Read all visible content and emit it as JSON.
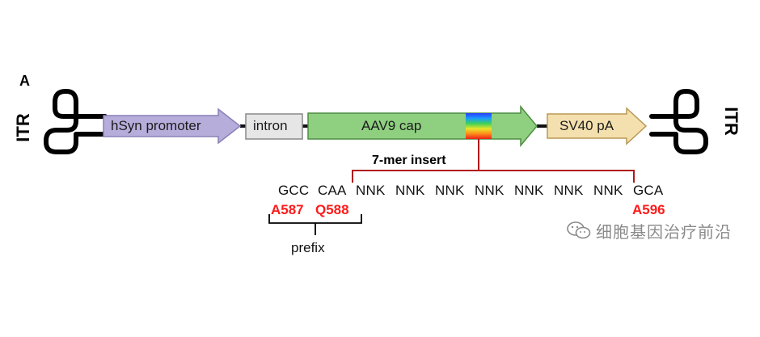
{
  "panel_letter": "A",
  "itr": {
    "left_label": "ITR",
    "right_label": "ITR"
  },
  "elements": [
    {
      "id": "hsyn",
      "label": "hSyn promoter",
      "fill": "#b7addb",
      "stroke": "#8a80b8"
    },
    {
      "id": "intron",
      "label": "intron",
      "fill": "#e6e6e6",
      "stroke": "#888888"
    },
    {
      "id": "cap",
      "label": "AAV9 cap",
      "fill": "#8fcf80",
      "stroke": "#4f8e44"
    },
    {
      "id": "sv40",
      "label": "SV40 pA",
      "fill": "#f4dfae",
      "stroke": "#b89a55"
    }
  ],
  "insert": {
    "label": "7-mer insert",
    "bracket_color": "#b01818"
  },
  "sequence": {
    "codons": [
      "GCC",
      "CAA",
      "NNK",
      "NNK",
      "NNK",
      "NNK",
      "NNK",
      "NNK",
      "NNK",
      "GCA"
    ]
  },
  "residues": {
    "a587": "A587",
    "q588": "Q588",
    "a596": "A596",
    "color": "#ff1a1a"
  },
  "prefix_label": "prefix",
  "watermark": {
    "text": "细胞基因治疗前沿",
    "icon": "wechat-icon"
  }
}
